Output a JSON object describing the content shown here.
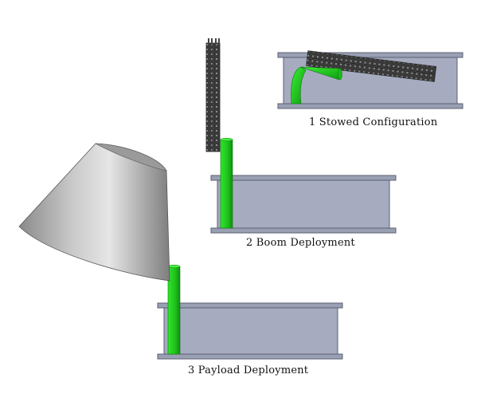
{
  "captions": {
    "stage1": "1 Stowed Configuration",
    "stage2": "2 Boom Deployment",
    "stage3": "3 Payload Deployment"
  },
  "colors": {
    "plate": "#9aa0b4",
    "plate_edge": "#5b5f70",
    "body": "#a6abc0",
    "boom_green": "#22d11e",
    "boom_green_dark": "#0f8f10",
    "truss_dark": "#2f2f2f",
    "cone_light": "#d8d8d8",
    "cone_dark": "#7a7a7a"
  }
}
